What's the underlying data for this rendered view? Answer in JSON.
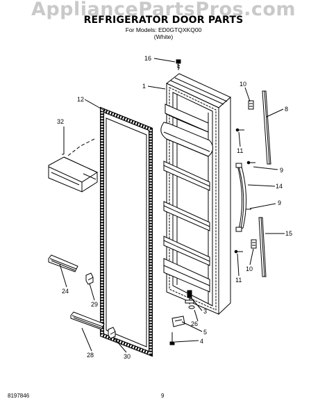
{
  "watermark": "AppliancePartsPros.com",
  "header": {
    "title": "REFRIGERATOR DOOR PARTS",
    "models": "For Models: ED0GTQXKQ00",
    "color": "(White)"
  },
  "footer": {
    "doc_number": "8197846",
    "page_number": "9"
  },
  "callouts": [
    "16",
    "1",
    "10",
    "8",
    "12",
    "32",
    "11",
    "9",
    "14",
    "9",
    "15",
    "10",
    "11",
    "24",
    "29",
    "3",
    "26",
    "5",
    "4",
    "28",
    "30"
  ]
}
